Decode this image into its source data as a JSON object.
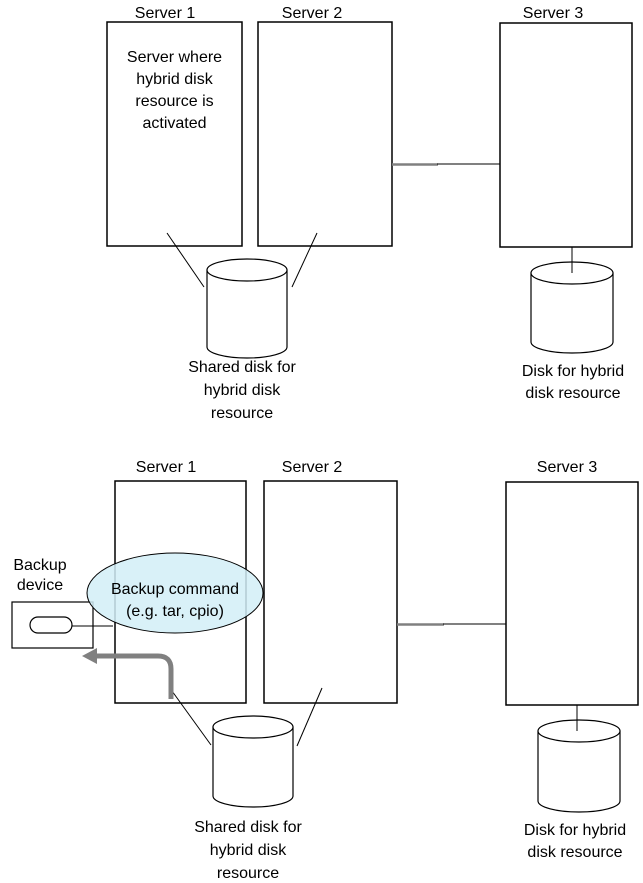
{
  "colors": {
    "highlight_fill": "#d2eff7",
    "gray_accent": "#808080"
  },
  "top": {
    "server1": "Server 1",
    "server2": "Server 2",
    "server3": "Server 3",
    "server1_note": [
      "Server where",
      "hybrid disk",
      "resource is",
      "activated"
    ],
    "shared_disk": [
      "Shared disk for",
      "hybrid disk",
      "resource"
    ],
    "hybrid_disk": [
      "Disk for hybrid",
      "disk resource"
    ]
  },
  "bottom": {
    "server1": "Server 1",
    "server2": "Server 2",
    "server3": "Server 3",
    "backup_device": [
      "Backup",
      "device"
    ],
    "backup_command": [
      "Backup command",
      "(e.g. tar, cpio)"
    ],
    "shared_disk": [
      "Shared disk for",
      "hybrid disk",
      "resource"
    ],
    "hybrid_disk": [
      "Disk for hybrid",
      "disk resource"
    ]
  }
}
